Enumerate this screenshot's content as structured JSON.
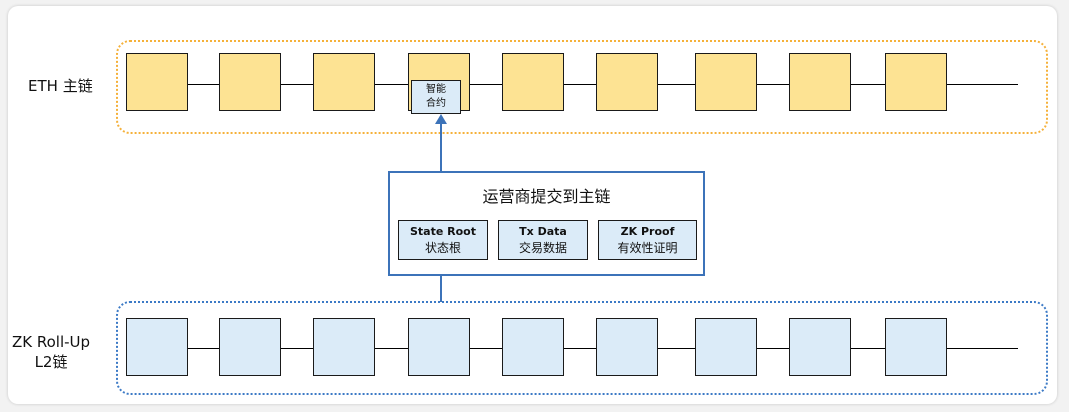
{
  "colors": {
    "eth_block": "#fde393",
    "eth_frame": "#f5b13a",
    "l2_block": "#dbebf8",
    "l2_frame": "#3c7ac6",
    "operator_border": "#3c73b9",
    "arrow": "#3c73b9"
  },
  "eth_chain": {
    "label": "ETH 主链",
    "block_count": 9,
    "contract": {
      "line1": "智能",
      "line2": "合约"
    }
  },
  "operator": {
    "title": "运营商提交到主链",
    "items": [
      {
        "en": "State Root",
        "zh": "状态根"
      },
      {
        "en": "Tx Data",
        "zh": "交易数据"
      },
      {
        "en": "ZK Proof",
        "zh": "有效性证明"
      }
    ]
  },
  "l2_chain": {
    "label_line1": "ZK Roll-Up",
    "label_line2": "L2链",
    "block_count": 9
  }
}
